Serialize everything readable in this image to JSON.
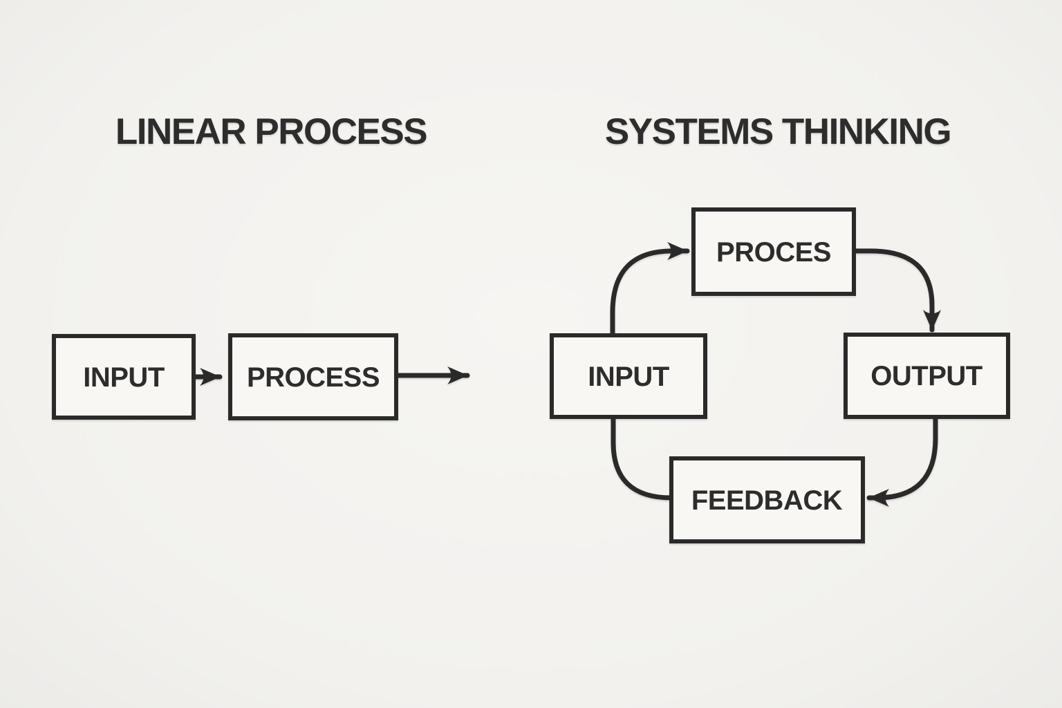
{
  "page": {
    "colors": {
      "bg": "#f2f1ee",
      "ink": "#2a2a2a",
      "text": "#2d2d2d",
      "boxfill": "#f8f7f4"
    }
  },
  "left_diagram": {
    "title": "LINEAR PROCESS",
    "nodes": [
      {
        "label": "INPUT"
      },
      {
        "label": "PROCESS"
      }
    ]
  },
  "right_diagram": {
    "title": "SYSTEMS THINKING",
    "nodes": [
      {
        "label": "PROCES"
      },
      {
        "label": "INPUT"
      },
      {
        "label": "OUTPUT"
      },
      {
        "label": "FEEDBACK"
      }
    ]
  }
}
